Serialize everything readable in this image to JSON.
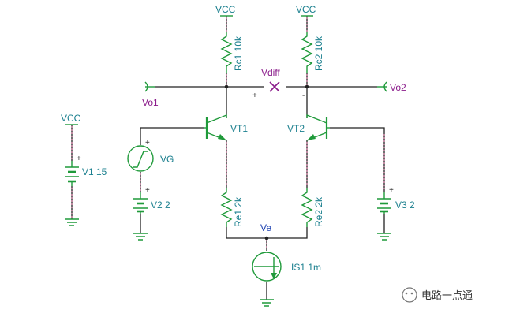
{
  "labels": {
    "vcc_top_left": "VCC",
    "vcc_top_right": "VCC",
    "vcc_left": "VCC",
    "rc1": "Rc1 10k",
    "rc2": "Rc2 10k",
    "vdiff": "Vdiff",
    "vo1": "Vo1",
    "vo2": "Vo2",
    "vt1": "VT1",
    "vt2": "VT2",
    "vg": "VG",
    "v1": "V1 15",
    "v2": "V2 2",
    "v3": "V3 2",
    "re1": "Re1 2k",
    "re2": "Re2 2k",
    "ve": "Ve",
    "is1": "IS1 1m",
    "plus": "+",
    "minus": "-"
  },
  "watermark": {
    "text": "电路一点通"
  },
  "colors": {
    "wire": "#222222",
    "component": "#1f9a3a",
    "label": "#1a7f8e",
    "probe": "#8a1a8a",
    "node": "#1a3fb0"
  }
}
